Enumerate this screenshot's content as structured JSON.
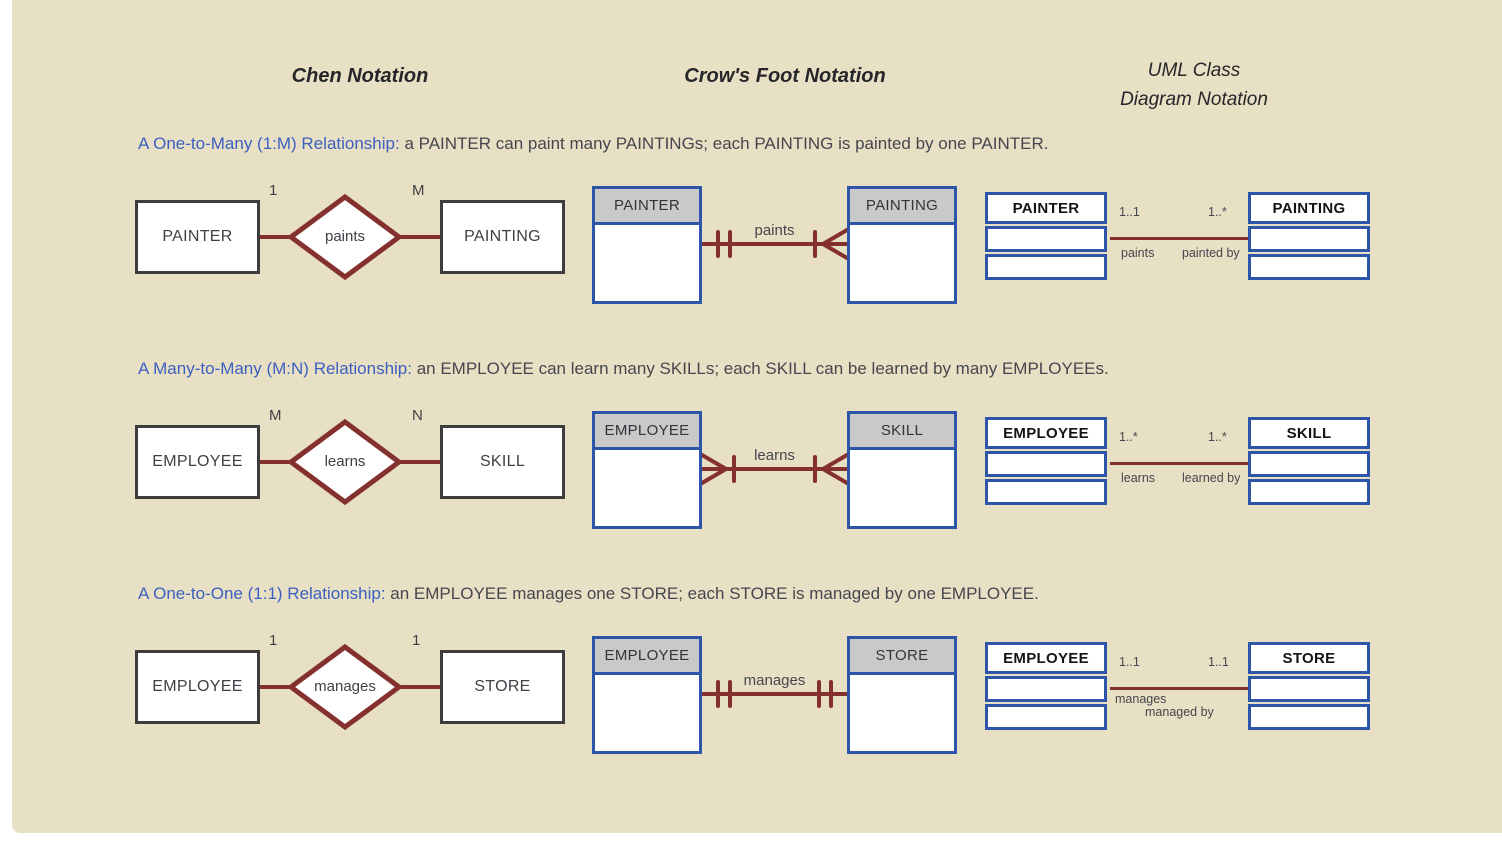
{
  "colors": {
    "background": "#e8e0c4",
    "relationship_red": "#84302e",
    "table_border_blue": "#2e56a8",
    "table_header_gray": "#c9c9c9",
    "caption_blue": "#3c5fc0",
    "text_dark": "#46464e"
  },
  "column_headers": {
    "chen": "Chen Notation",
    "crowsfoot": "Crow's Foot Notation",
    "uml_line1": "UML Class",
    "uml_line2": "Diagram Notation"
  },
  "rows": [
    {
      "caption_highlight": "A One-to-Many (1:M) Relationship:",
      "caption_rest": " a PAINTER can paint many PAINTINGs; each PAINTING is painted by one PAINTER.",
      "chen": {
        "left_entity": "PAINTER",
        "left_cardinality": "1",
        "relationship": "paints",
        "right_cardinality": "M",
        "right_entity": "PAINTING"
      },
      "crowsfoot": {
        "left_entity": "PAINTER",
        "relationship": "paints",
        "right_entity": "PAINTING",
        "left_connector": "one-and-only-one",
        "right_connector": "one-or-many"
      },
      "uml": {
        "left_class": "PAINTER",
        "left_multiplicity": "1..1",
        "right_multiplicity": "1..*",
        "left_role": "paints",
        "right_role": "painted by",
        "right_class": "PAINTING"
      }
    },
    {
      "caption_highlight": "A Many-to-Many (M:N) Relationship:",
      "caption_rest": " an EMPLOYEE can learn many SKILLs; each SKILL can be learned by many EMPLOYEEs.",
      "chen": {
        "left_entity": "EMPLOYEE",
        "left_cardinality": "M",
        "relationship": "learns",
        "right_cardinality": "N",
        "right_entity": "SKILL"
      },
      "crowsfoot": {
        "left_entity": "EMPLOYEE",
        "relationship": "learns",
        "right_entity": "SKILL",
        "left_connector": "one-or-many",
        "right_connector": "one-or-many"
      },
      "uml": {
        "left_class": "EMPLOYEE",
        "left_multiplicity": "1..*",
        "right_multiplicity": "1..*",
        "left_role": "learns",
        "right_role": "learned by",
        "right_class": "SKILL"
      }
    },
    {
      "caption_highlight": "A One-to-One (1:1) Relationship:",
      "caption_rest": " an EMPLOYEE manages one STORE; each STORE is managed by one EMPLOYEE.",
      "chen": {
        "left_entity": "EMPLOYEE",
        "left_cardinality": "1",
        "relationship": "manages",
        "right_cardinality": "1",
        "right_entity": "STORE"
      },
      "crowsfoot": {
        "left_entity": "EMPLOYEE",
        "relationship": "manages",
        "right_entity": "STORE",
        "left_connector": "one-and-only-one",
        "right_connector": "one-and-only-one"
      },
      "uml": {
        "left_class": "EMPLOYEE",
        "left_multiplicity": "1..1",
        "right_multiplicity": "1..1",
        "left_role": "manages",
        "right_role": "managed by",
        "right_class": "STORE"
      }
    }
  ]
}
